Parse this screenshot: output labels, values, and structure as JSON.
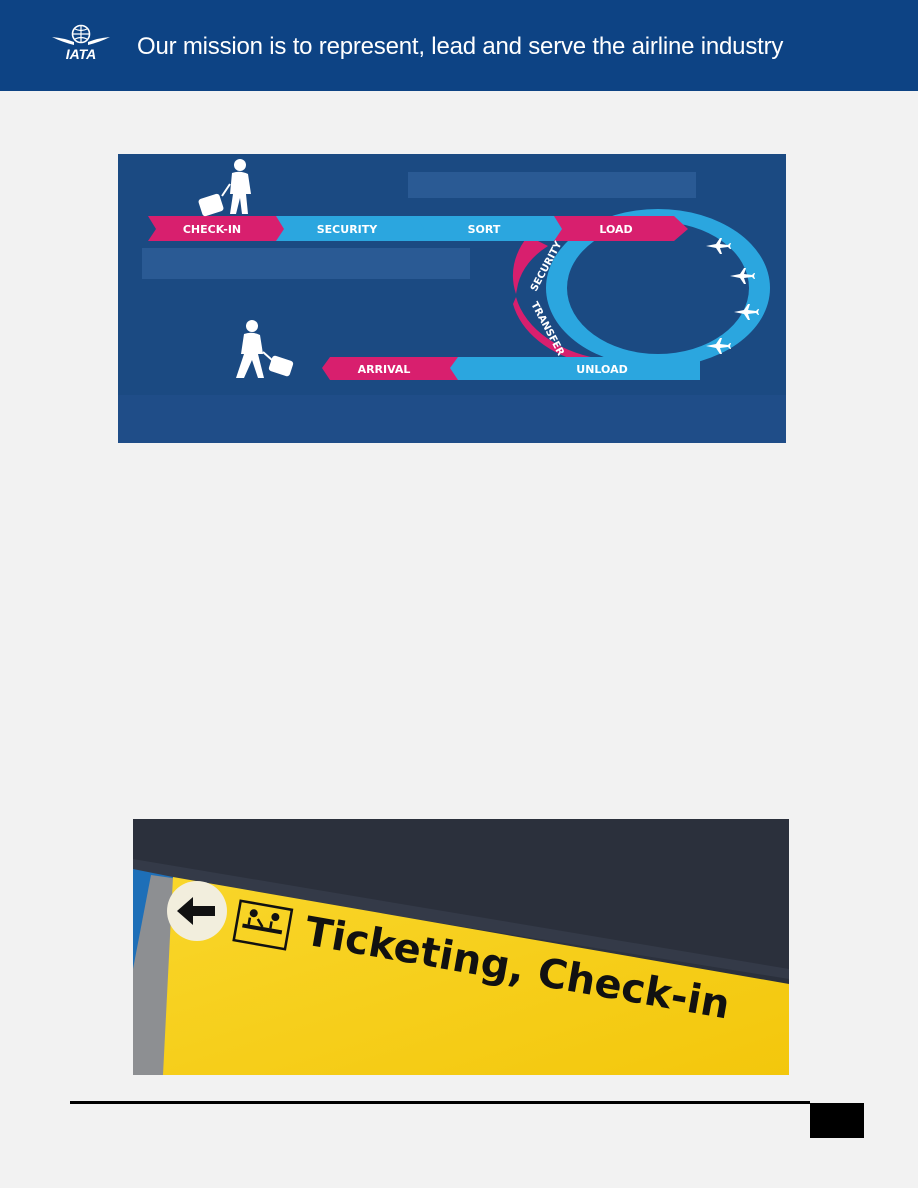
{
  "header": {
    "mission": "Our mission is to represent, lead and serve the airline industry",
    "logo_text": "IATA"
  },
  "process_diagram": {
    "steps": [
      "CHECK-IN",
      "SECURITY",
      "SORT",
      "LOAD"
    ],
    "loop_steps": [
      "SECURITY",
      "TRANSFER"
    ],
    "return_steps": [
      "UNLOAD",
      "ARRIVAL"
    ],
    "colors": {
      "background": "#1b4a82",
      "blue_band": "#2ba6df",
      "pink_band": "#d81f6e"
    }
  },
  "sign_photo": {
    "sign_text": "Ticketing, Check-in",
    "colors": {
      "sign": "#f7cf16",
      "ceiling": "#2e3340"
    }
  }
}
